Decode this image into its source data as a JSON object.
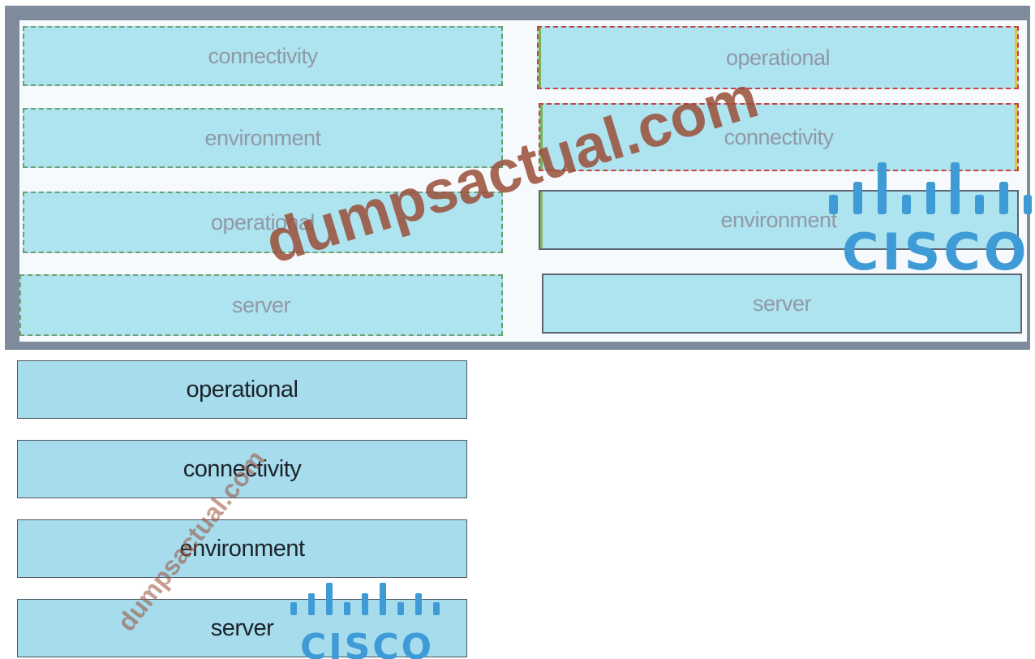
{
  "question_panel": {
    "left_tiles": [
      "connectivity",
      "environment",
      "operational",
      "server"
    ],
    "right_tiles": [
      "operational",
      "connectivity",
      "environment",
      "server"
    ]
  },
  "answer_options": [
    "operational",
    "connectivity",
    "environment",
    "server"
  ],
  "watermark": {
    "text_large": "dumpsactual.com",
    "text_small": "dumpsactual.com"
  },
  "logo": {
    "brand": "CISCO",
    "color": "#3f9bd6"
  },
  "colors": {
    "frame": "#7e8b9c",
    "tile_fill": "#aee3f0",
    "answer_fill": "#a6dcec",
    "red_dashed": "#c94040"
  }
}
